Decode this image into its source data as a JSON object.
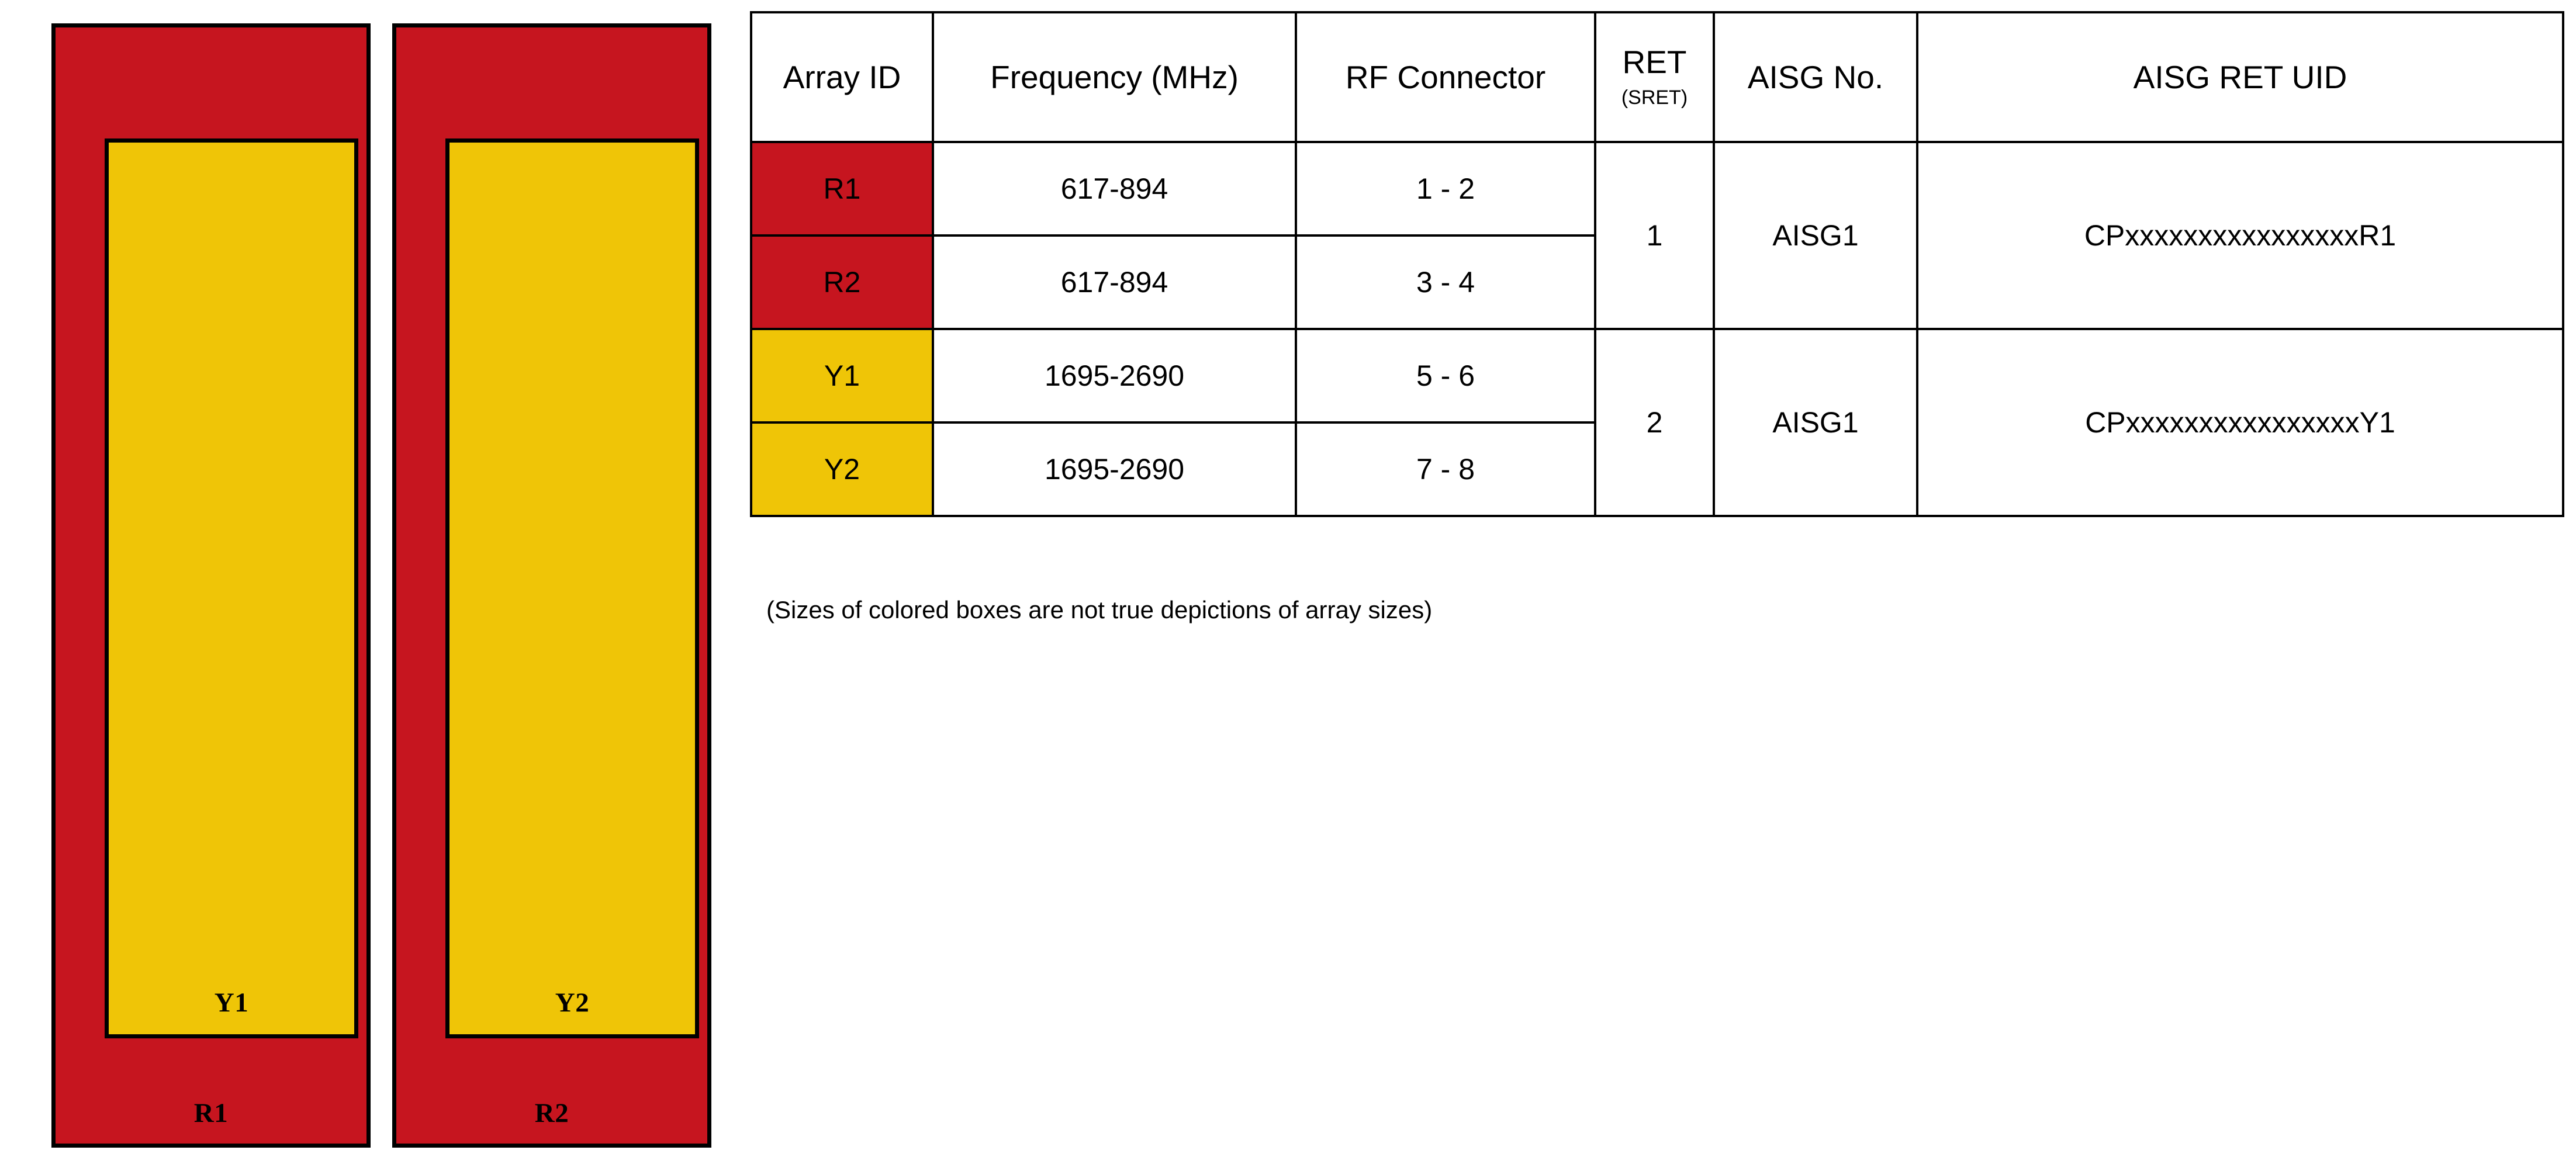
{
  "diagram": {
    "footnote": "(Sizes of colored boxes are not true depictions of array sizes)",
    "colors": {
      "red": "#C6151F",
      "yellow": "#EFC507",
      "outline": "#000000",
      "background": "#FFFFFF"
    },
    "panels": [
      {
        "outer_label": "R1",
        "inner_label": "Y1",
        "outer_color": "#C6151F",
        "inner_color": "#EFC507"
      },
      {
        "outer_label": "R2",
        "inner_label": "Y2",
        "outer_color": "#C6151F",
        "inner_color": "#EFC507"
      }
    ]
  },
  "table": {
    "headers": {
      "array_id": "Array ID",
      "frequency": "Frequency (MHz)",
      "rf_connector": "RF Connector",
      "ret_main": "RET",
      "ret_sub": "(SRET)",
      "aisg_no": "AISG No.",
      "aisg_ret_uid": "AISG RET UID"
    },
    "rows": [
      {
        "array_id": "R1",
        "array_id_color": "#C6151F",
        "frequency": "617-894",
        "rf_connector": "1 - 2",
        "ret": "1",
        "aisg_no": "AISG1",
        "aisg_ret_uid": "CPxxxxxxxxxxxxxxxxR1"
      },
      {
        "array_id": "R2",
        "array_id_color": "#C6151F",
        "frequency": "617-894",
        "rf_connector": "3 - 4"
      },
      {
        "array_id": "Y1",
        "array_id_color": "#EFC507",
        "frequency": "1695-2690",
        "rf_connector": "5 - 6",
        "ret": "2",
        "aisg_no": "AISG1",
        "aisg_ret_uid": "CPxxxxxxxxxxxxxxxxY1"
      },
      {
        "array_id": "Y2",
        "array_id_color": "#EFC507",
        "frequency": "1695-2690",
        "rf_connector": "7 - 8"
      }
    ]
  }
}
